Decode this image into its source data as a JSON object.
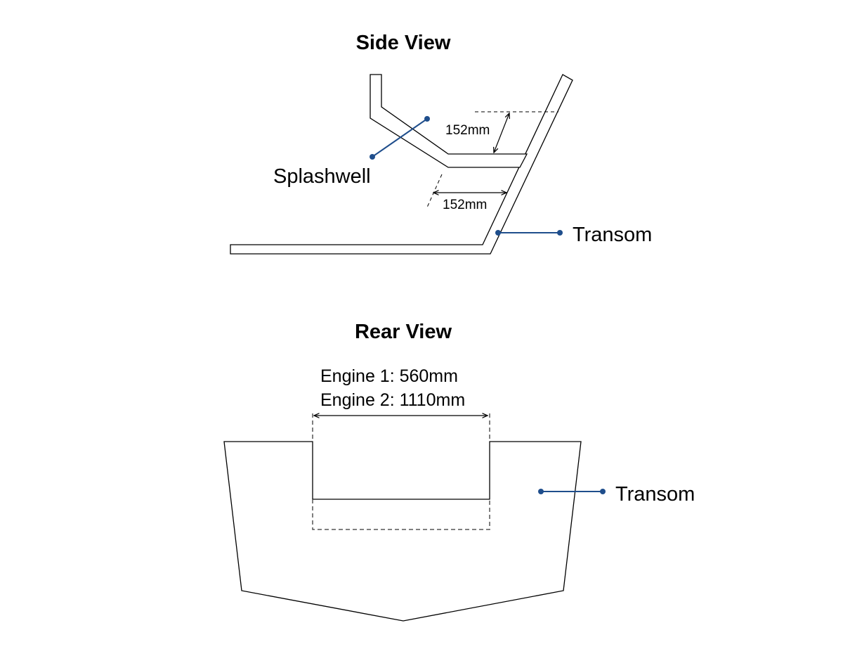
{
  "side_view": {
    "title": "Side View",
    "labels": {
      "splashwell": "Splashwell",
      "transom": "Transom"
    },
    "dimensions": {
      "vertical": "152mm",
      "horizontal": "152mm"
    }
  },
  "rear_view": {
    "title": "Rear View",
    "labels": {
      "transom": "Transom"
    },
    "engine_widths": {
      "engine_1": "Engine 1: 560mm",
      "engine_2": "Engine 2: 1110mm"
    }
  },
  "colors": {
    "callout": "#1f4e8c",
    "outline": "#000000"
  }
}
